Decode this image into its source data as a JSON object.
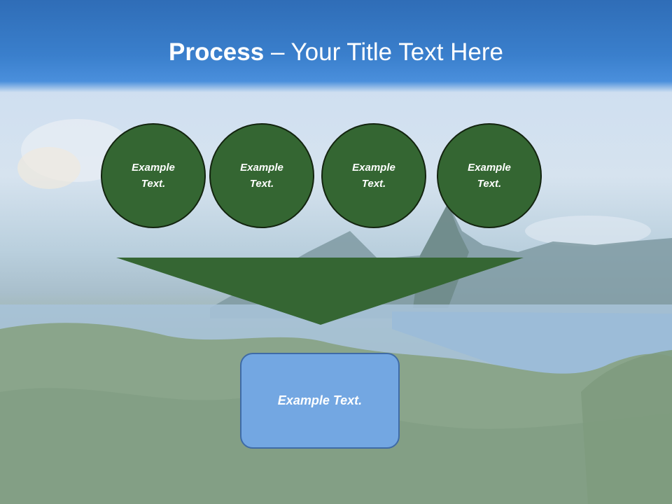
{
  "title": {
    "bold": "Process",
    "rest": " – Your Title Text Here"
  },
  "steps": [
    {
      "label": "Example Text."
    },
    {
      "label": "Example Text."
    },
    {
      "label": "Example Text."
    },
    {
      "label": "Example Text."
    }
  ],
  "result": {
    "label": "Example Text."
  },
  "colors": {
    "title_band": "#3a7fcc",
    "circle_fill": "#346632",
    "circle_border": "#13240f",
    "funnel_fill": "#356633",
    "result_fill": "#73a7e2",
    "result_border": "#3f6ba6"
  }
}
